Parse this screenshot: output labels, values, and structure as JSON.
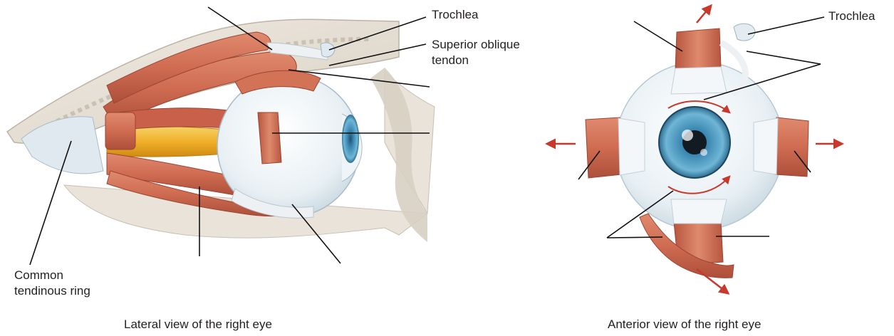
{
  "lateral": {
    "caption": "Lateral view of the right eye",
    "labels": {
      "trochlea": "Trochlea",
      "superior_oblique_line1": "Superior oblique",
      "superior_oblique_line2": "tendon",
      "common_ring_line1": "Common",
      "common_ring_line2": "tendinous ring"
    }
  },
  "anterior": {
    "caption": "Anterior view of the right eye",
    "labels": {
      "trochlea": "Trochlea"
    }
  },
  "colors": {
    "muscle": "#d4735a",
    "muscle_dark": "#b2503b",
    "tendon": "#eef1f4",
    "bone": "#e6e1d8",
    "bone_shadow": "#cfc6b8",
    "sclera": "#e4eef3",
    "iris": "#3f93b8",
    "optic_nerve": "#f0b12a",
    "arrow": "#c9382c",
    "leader_line": "#111111"
  }
}
